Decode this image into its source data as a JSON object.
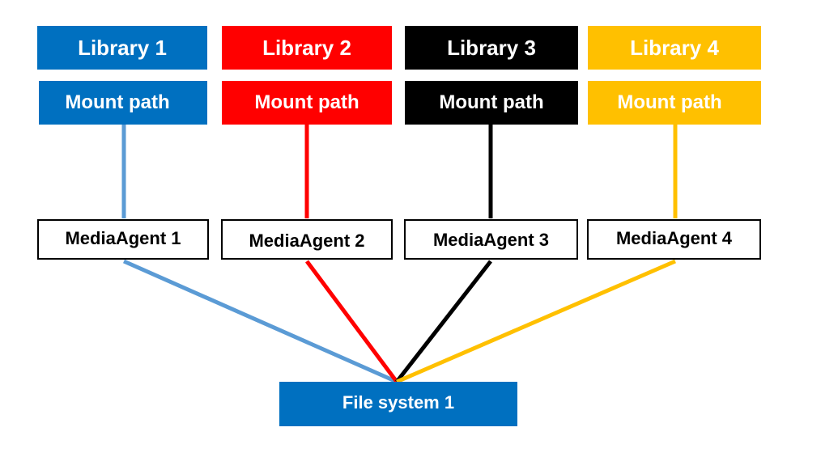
{
  "colors": {
    "blue": "#0070C0",
    "light_blue": "#5B9BD5",
    "red": "#FF0000",
    "black": "#000000",
    "yellow": "#FFC000"
  },
  "columns": [
    {
      "library": "Library 1",
      "mount_path": "Mount path",
      "media_agent": "MediaAgent 1"
    },
    {
      "library": "Library 2",
      "mount_path": "Mount path",
      "media_agent": "MediaAgent 2"
    },
    {
      "library": "Library 3",
      "mount_path": "Mount path",
      "media_agent": "MediaAgent 3"
    },
    {
      "library": "Library 4",
      "mount_path": "Mount path",
      "media_agent": "MediaAgent 4"
    }
  ],
  "file_system": {
    "label": "File system 1"
  }
}
